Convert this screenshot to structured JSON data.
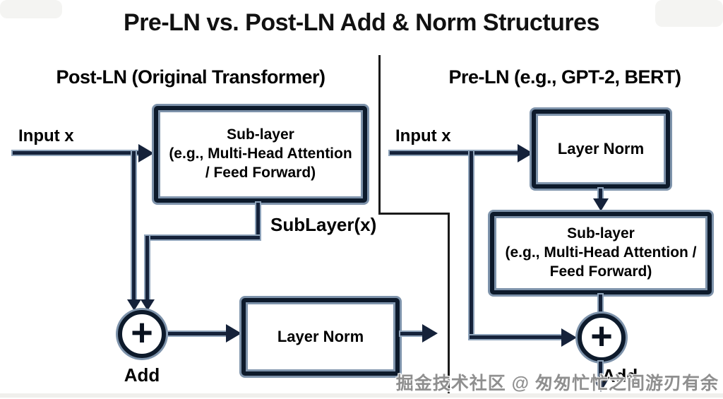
{
  "title": "Pre-LN vs. Post-LN Add & Norm Structures",
  "watermark": "掘金技术社区 @ 匆匆忙忙之间游刃有余",
  "left_panel": {
    "heading": "Post-LN (Original Transformer)",
    "input_label": "Input x",
    "sublayer_box": {
      "title": "Sub-layer",
      "line2": "(e.g., Multi-Head Attention",
      "line3": "/ Feed Forward)"
    },
    "sublayer_output_label": "SubLayer(x)",
    "add_circle_symbol": "+",
    "add_label": "Add",
    "layer_norm_label": "Layer Norm"
  },
  "right_panel": {
    "heading": "Pre-LN (e.g., GPT-2, BERT)",
    "input_label": "Input x",
    "layer_norm_label": "Layer Norm",
    "sublayer_box": {
      "title": "Sub-layer",
      "line2": "(e.g., Multi-Head Attention /",
      "line3": "Feed Forward)"
    },
    "add_circle_symbol": "+",
    "add_label": "Add"
  },
  "colors": {
    "line_dark": "#15223a",
    "line_halo": "#8ea3ba",
    "box_border": "#0d1a2b",
    "box_halo": "#7e93ab",
    "divider": "#1a1a1a",
    "watermark_gray": "#8f8f8f",
    "background": "#ffffff"
  }
}
